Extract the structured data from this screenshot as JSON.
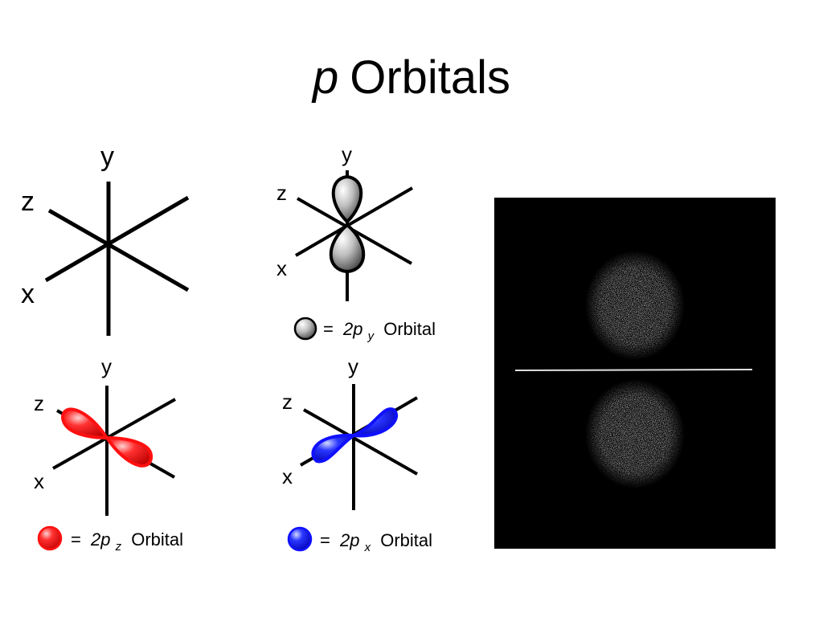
{
  "title": {
    "italic_part": "p",
    "rest": "Orbitals"
  },
  "panels": {
    "empty_axes": {
      "y": "y",
      "z": "z",
      "x": "x"
    },
    "py": {
      "y": "y",
      "z": "z",
      "x": "x"
    },
    "pz": {
      "y": "y",
      "z": "z",
      "x": "x"
    },
    "px": {
      "y": "y",
      "z": "z",
      "x": "x"
    }
  },
  "legends": {
    "py": {
      "eq": "=",
      "prefix": "2p",
      "sub": "y",
      "suffix": "Orbital",
      "color": "#777777"
    },
    "pz": {
      "eq": "=",
      "prefix": "2p",
      "sub": "z",
      "suffix": "Orbital",
      "color": "#ff1a1a"
    },
    "px": {
      "eq": "=",
      "prefix": "2p",
      "sub": "x",
      "suffix": "Orbital",
      "color": "#1a1aff"
    }
  },
  "colors": {
    "gray_lobe": "#9a9a9a",
    "red_lobe": "#ff2020",
    "blue_lobe": "#2020ff",
    "photo_bg": "#000000"
  }
}
